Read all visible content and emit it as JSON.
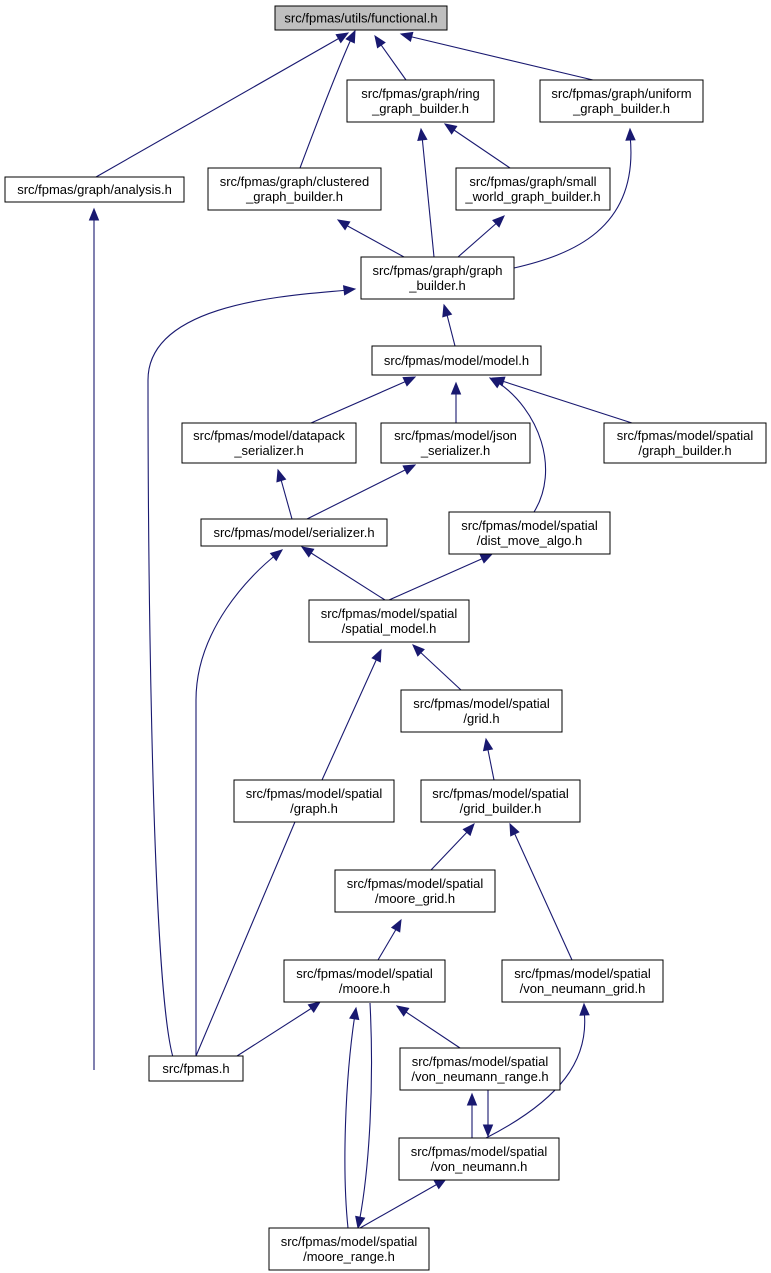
{
  "diagram": {
    "nodes": [
      {
        "id": "functional",
        "lines": [
          "src/fpmas/utils/functional.h"
        ],
        "root": true
      },
      {
        "id": "analysis",
        "lines": [
          "src/fpmas/graph/analysis.h"
        ]
      },
      {
        "id": "ring",
        "lines": [
          "src/fpmas/graph/ring",
          "_graph_builder.h"
        ]
      },
      {
        "id": "uniform",
        "lines": [
          "src/fpmas/graph/uniform",
          "_graph_builder.h"
        ]
      },
      {
        "id": "clustered",
        "lines": [
          "src/fpmas/graph/clustered",
          "_graph_builder.h"
        ]
      },
      {
        "id": "small_world",
        "lines": [
          "src/fpmas/graph/small",
          "_world_graph_builder.h"
        ]
      },
      {
        "id": "graph_builder",
        "lines": [
          "src/fpmas/graph/graph",
          "_builder.h"
        ]
      },
      {
        "id": "model",
        "lines": [
          "src/fpmas/model/model.h"
        ]
      },
      {
        "id": "datapack",
        "lines": [
          "src/fpmas/model/datapack",
          "_serializer.h"
        ]
      },
      {
        "id": "json",
        "lines": [
          "src/fpmas/model/json",
          "_serializer.h"
        ]
      },
      {
        "id": "spatial_graph_builder",
        "lines": [
          "src/fpmas/model/spatial",
          "/graph_builder.h"
        ]
      },
      {
        "id": "serializer",
        "lines": [
          "src/fpmas/model/serializer.h"
        ]
      },
      {
        "id": "dist_move",
        "lines": [
          "src/fpmas/model/spatial",
          "/dist_move_algo.h"
        ]
      },
      {
        "id": "spatial_model",
        "lines": [
          "src/fpmas/model/spatial",
          "/spatial_model.h"
        ]
      },
      {
        "id": "grid",
        "lines": [
          "src/fpmas/model/spatial",
          "/grid.h"
        ]
      },
      {
        "id": "spatial_graph",
        "lines": [
          "src/fpmas/model/spatial",
          "/graph.h"
        ]
      },
      {
        "id": "grid_builder",
        "lines": [
          "src/fpmas/model/spatial",
          "/grid_builder.h"
        ]
      },
      {
        "id": "moore_grid",
        "lines": [
          "src/fpmas/model/spatial",
          "/moore_grid.h"
        ]
      },
      {
        "id": "moore",
        "lines": [
          "src/fpmas/model/spatial",
          "/moore.h"
        ]
      },
      {
        "id": "vn_grid",
        "lines": [
          "src/fpmas/model/spatial",
          "/von_neumann_grid.h"
        ]
      },
      {
        "id": "fpmas",
        "lines": [
          "src/fpmas.h"
        ]
      },
      {
        "id": "vn_range",
        "lines": [
          "src/fpmas/model/spatial",
          "/von_neumann_range.h"
        ]
      },
      {
        "id": "vn",
        "lines": [
          "src/fpmas/model/spatial",
          "/von_neumann.h"
        ]
      },
      {
        "id": "moore_range",
        "lines": [
          "src/fpmas/model/spatial",
          "/moore_range.h"
        ]
      }
    ],
    "edges": [
      [
        "analysis",
        "functional"
      ],
      [
        "clustered",
        "functional"
      ],
      [
        "ring",
        "functional"
      ],
      [
        "uniform",
        "functional"
      ],
      [
        "fpmas",
        "analysis"
      ],
      [
        "graph_builder",
        "clustered"
      ],
      [
        "graph_builder",
        "ring"
      ],
      [
        "small_world",
        "ring"
      ],
      [
        "graph_builder",
        "uniform"
      ],
      [
        "graph_builder",
        "small_world"
      ],
      [
        "model",
        "graph_builder"
      ],
      [
        "fpmas",
        "graph_builder"
      ],
      [
        "datapack",
        "model"
      ],
      [
        "json",
        "model"
      ],
      [
        "dist_move",
        "model"
      ],
      [
        "spatial_graph_builder",
        "model"
      ],
      [
        "serializer",
        "datapack"
      ],
      [
        "serializer",
        "json"
      ],
      [
        "spatial_model",
        "serializer"
      ],
      [
        "fpmas",
        "serializer"
      ],
      [
        "spatial_model",
        "dist_move"
      ],
      [
        "grid",
        "spatial_model"
      ],
      [
        "spatial_graph",
        "spatial_model"
      ],
      [
        "grid_builder",
        "grid"
      ],
      [
        "fpmas",
        "spatial_graph"
      ],
      [
        "moore_grid",
        "grid_builder"
      ],
      [
        "vn_grid",
        "grid_builder"
      ],
      [
        "moore",
        "moore_grid"
      ],
      [
        "fpmas",
        "moore"
      ],
      [
        "vn_range",
        "moore"
      ],
      [
        "moore_range",
        "moore"
      ],
      [
        "moore",
        "moore_range"
      ],
      [
        "vn",
        "vn_grid"
      ],
      [
        "vn",
        "vn_range"
      ],
      [
        "vn_range",
        "vn"
      ],
      [
        "moore_range",
        "vn"
      ]
    ]
  }
}
